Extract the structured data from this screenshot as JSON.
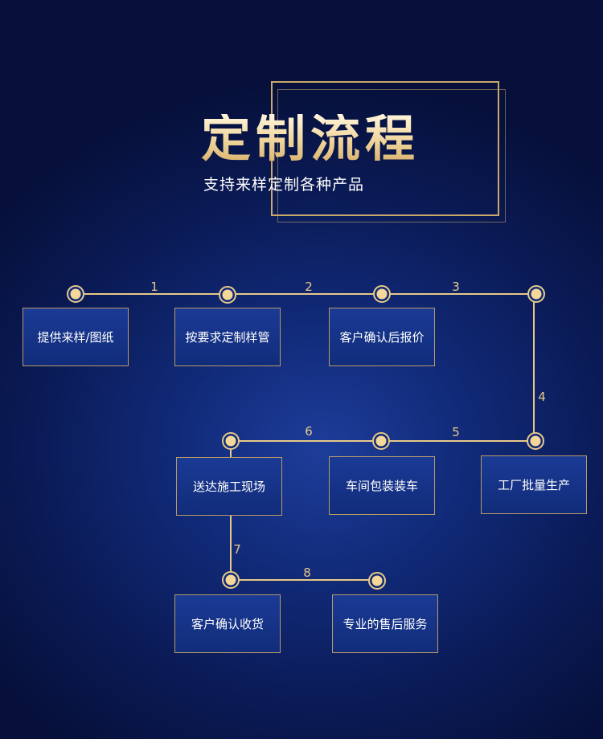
{
  "header": {
    "title": "定制流程",
    "subtitle": "支持来样定制各种产品"
  },
  "steps": [
    {
      "label": "提供来样/图纸"
    },
    {
      "label": "按要求定制样管"
    },
    {
      "label": "客户确认后报价"
    },
    {
      "label": "工厂批量生产"
    },
    {
      "label": "车间包装装车"
    },
    {
      "label": "送达施工现场"
    },
    {
      "label": "客户确认收货"
    },
    {
      "label": "专业的售后服务"
    }
  ],
  "connectors": [
    "1",
    "2",
    "3",
    "4",
    "5",
    "6",
    "7",
    "8"
  ],
  "colors": {
    "gold": "#e8c98a",
    "node_fill": "#f6d79a",
    "background": "#112a78"
  }
}
